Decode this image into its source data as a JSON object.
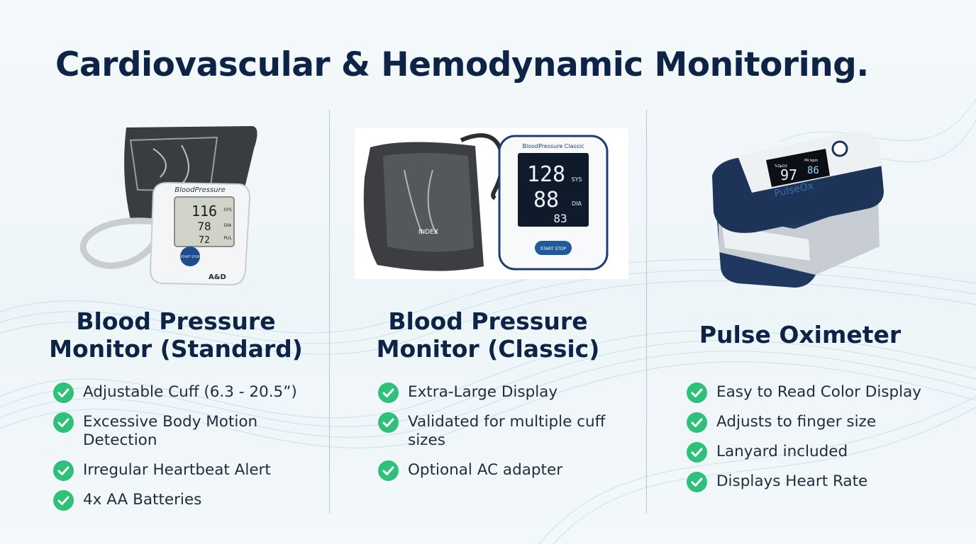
{
  "title": "Cardiovascular & Hemodynamic Monitoring.",
  "colors": {
    "navy": "#0d2447",
    "check_green": "#2fc07a",
    "background": "#f4f8fb",
    "wave": "#9fd6df"
  },
  "products": [
    {
      "name_line1": "Blood Pressure",
      "name_line2": "Monitor (Standard)",
      "image": {
        "brand_text": "A&D",
        "device_label": "BloodPressure",
        "readings": [
          "116",
          "78",
          "72"
        ],
        "reading_units": [
          "SYS",
          "DIA",
          "PUL"
        ],
        "button_label": "START STOP"
      },
      "features": [
        "Adjustable Cuff (6.3 - 20.5”)",
        "Excessive Body Motion Detection",
        "Irregular Heartbeat Alert",
        "4x AA Batteries"
      ]
    },
    {
      "name_line1": "Blood Pressure",
      "name_line2": "Monitor (Classic)",
      "image": {
        "device_label": "BloodPressure Classic",
        "readings": [
          "128",
          "88",
          "83"
        ],
        "reading_units": [
          "SYS",
          "DIA"
        ],
        "button_label": "START STOP",
        "cuff_label": "INDEX"
      },
      "features": [
        "Extra-Large Display",
        "Validated for multiple cuff sizes",
        "Optional AC adapter"
      ]
    },
    {
      "name_line1": "Pulse Oximeter",
      "image": {
        "brand_text": "PulseOx",
        "readings": [
          "97",
          "86"
        ],
        "reading_units": [
          "%SpO2",
          "PR bpm"
        ]
      },
      "features": [
        "Easy to Read Color Display",
        "Adjusts to finger size",
        "Lanyard included",
        "Displays Heart Rate"
      ]
    }
  ]
}
